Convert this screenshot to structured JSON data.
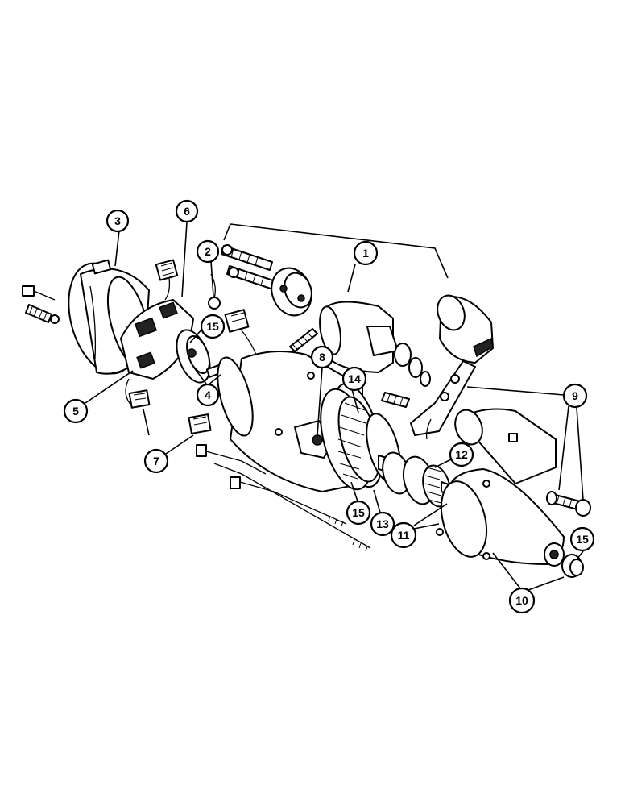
{
  "diagram": {
    "callouts": [
      {
        "id": "c1",
        "label": "1"
      },
      {
        "id": "c2",
        "label": "2"
      },
      {
        "id": "c3",
        "label": "3"
      },
      {
        "id": "c4",
        "label": "4"
      },
      {
        "id": "c5",
        "label": "5"
      },
      {
        "id": "c6",
        "label": "6"
      },
      {
        "id": "c7",
        "label": "7"
      },
      {
        "id": "c8",
        "label": "8"
      },
      {
        "id": "c9",
        "label": "9"
      },
      {
        "id": "c10",
        "label": "10"
      },
      {
        "id": "c11",
        "label": "11"
      },
      {
        "id": "c12",
        "label": "12"
      },
      {
        "id": "c13",
        "label": "13"
      },
      {
        "id": "c14",
        "label": "14"
      },
      {
        "id": "c15a",
        "label": "15"
      },
      {
        "id": "c15b",
        "label": "15"
      },
      {
        "id": "c15c",
        "label": "15"
      }
    ]
  }
}
